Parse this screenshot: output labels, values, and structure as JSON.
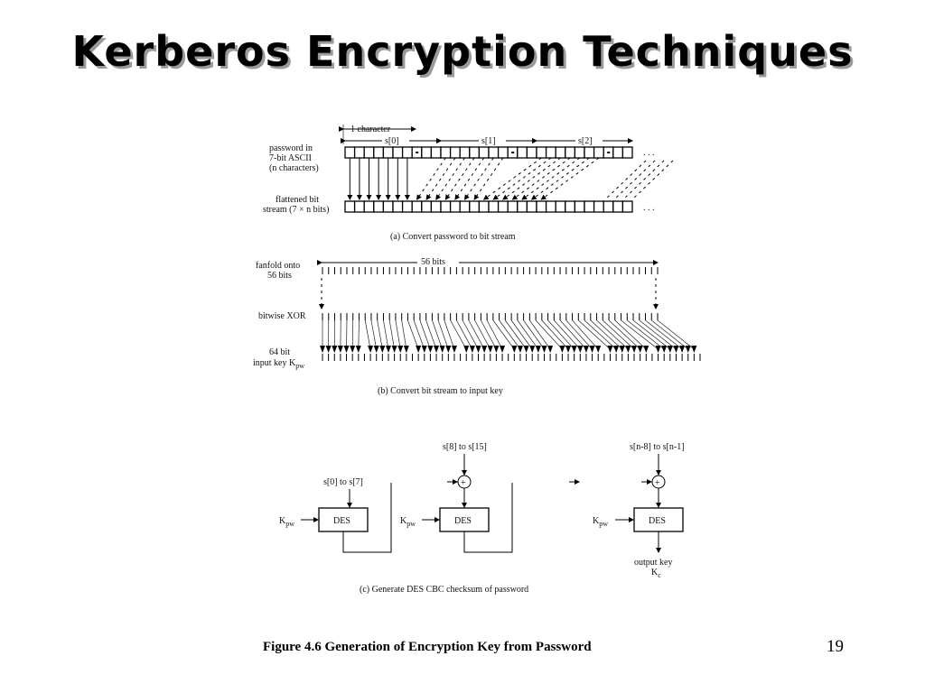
{
  "slide": {
    "title": "Kerberos Encryption Techniques",
    "page_number": "19"
  },
  "figure": {
    "caption": "Figure 4.6  Generation of Encryption Key from Password",
    "part_a": {
      "label_char": "1 character",
      "label_s0": "s[0]",
      "label_s1": "s[1]",
      "label_s2": "s[2]",
      "ellipsis": ". . .",
      "row1_label": [
        "password in",
        "7-bit ASCII",
        "(n characters)"
      ],
      "row2_label": [
        "flattened bit",
        "stream (7 × n bits)"
      ],
      "caption": "(a) Convert password to bit stream"
    },
    "part_b": {
      "bits_label": "56 bits",
      "fanfold_label": [
        "fanfold onto",
        "56 bits"
      ],
      "xor_label": "bitwise XOR",
      "key_label_line1": "64 bit",
      "key_label_line2": "input key K",
      "key_label_sub": "pw",
      "caption": "(b) Convert bit stream to input key"
    },
    "part_c": {
      "input_1": "s[0] to s[7]",
      "input_2": "s[8] to s[15]",
      "input_3": "s[n-8] to s[n-1]",
      "kpw_main": "K",
      "kpw_sub": "pw",
      "des_label": "DES",
      "xor_symbol": "+",
      "output_line1": "output key",
      "output_main": "K",
      "output_sub": "c",
      "caption": "(c) Generate DES CBC checksum of password"
    }
  }
}
